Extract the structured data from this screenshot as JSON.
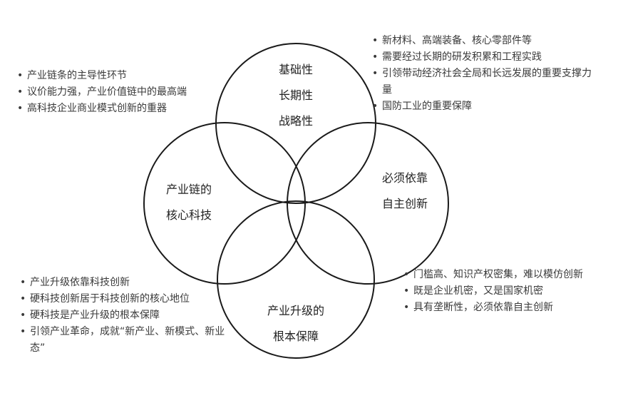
{
  "circles": {
    "top": [
      "基础性",
      "长期性",
      "战略性"
    ],
    "left": [
      "产业链的",
      "核心科技"
    ],
    "right": [
      "必须依靠",
      "自主创新"
    ],
    "bottom": [
      "产业升级的",
      "根本保障"
    ]
  },
  "notes": {
    "top_left": [
      "产业链条的主导性环节",
      "议价能力强，产业价值链中的最高端",
      "高科技企业商业模式创新的重器"
    ],
    "top_right": [
      "新材料、高端装备、核心零部件等",
      "需要经过长期的研发积累和工程实践",
      "引领带动经济社会全局和长远发展的重要支撑力量",
      "国防工业的重要保障"
    ],
    "bottom_left": [
      "产业升级依靠科技创新",
      "硬科技创新居于科技创新的核心地位",
      "硬科技是产业升级的根本保障",
      "引领产业革命，成就“新产业、新模式、新业态”"
    ],
    "bottom_right": [
      "门槛高、知识产权密集，难以模仿创新",
      "既是企业机密，又是国家机密",
      "具有垄断性，必须依靠自主创新"
    ]
  }
}
